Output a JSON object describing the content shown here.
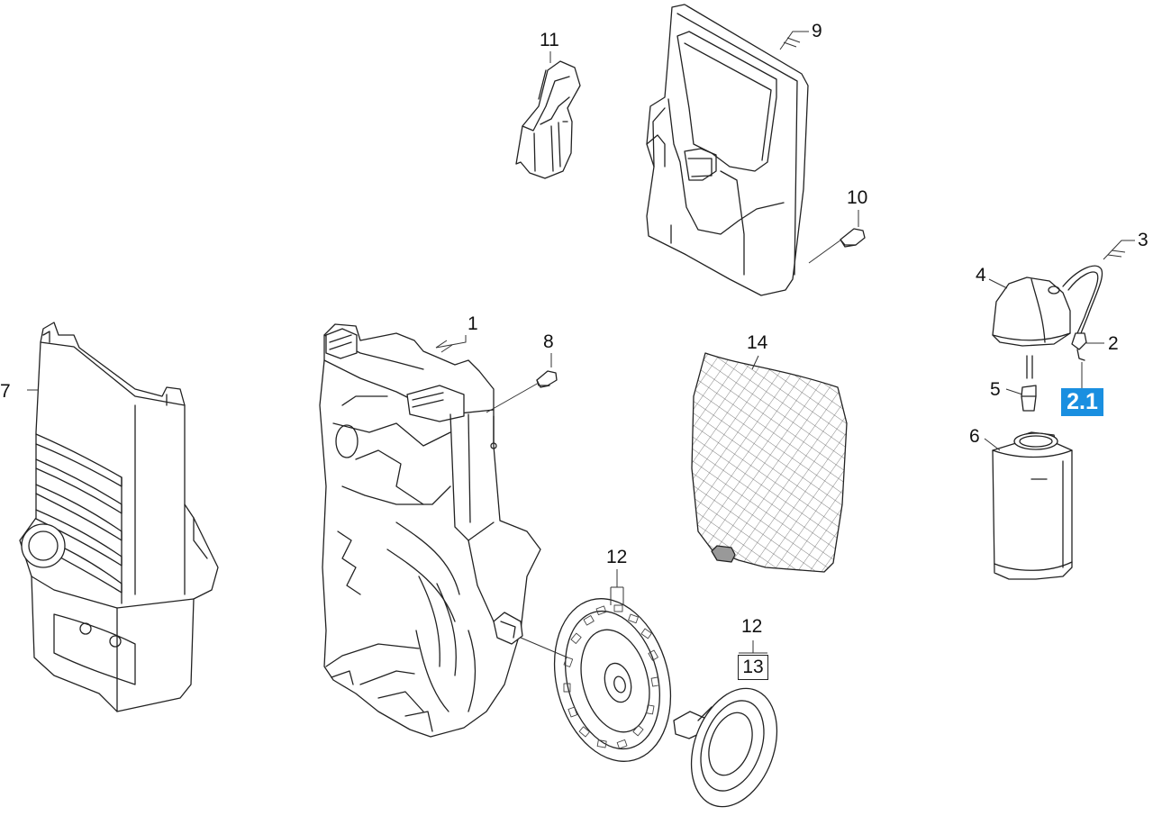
{
  "diagram": {
    "labels": {
      "p1": "1",
      "p2": "2",
      "p2_1": "2.1",
      "p3": "3",
      "p4": "4",
      "p5": "5",
      "p6": "6",
      "p7": "7",
      "p8": "8",
      "p9": "9",
      "p10": "10",
      "p11": "11",
      "p12a": "12",
      "p12b": "12",
      "p13": "13",
      "p14": "14"
    },
    "colors": {
      "highlight": "#1a8fe0",
      "line": "#222222",
      "background": "#ffffff"
    }
  }
}
